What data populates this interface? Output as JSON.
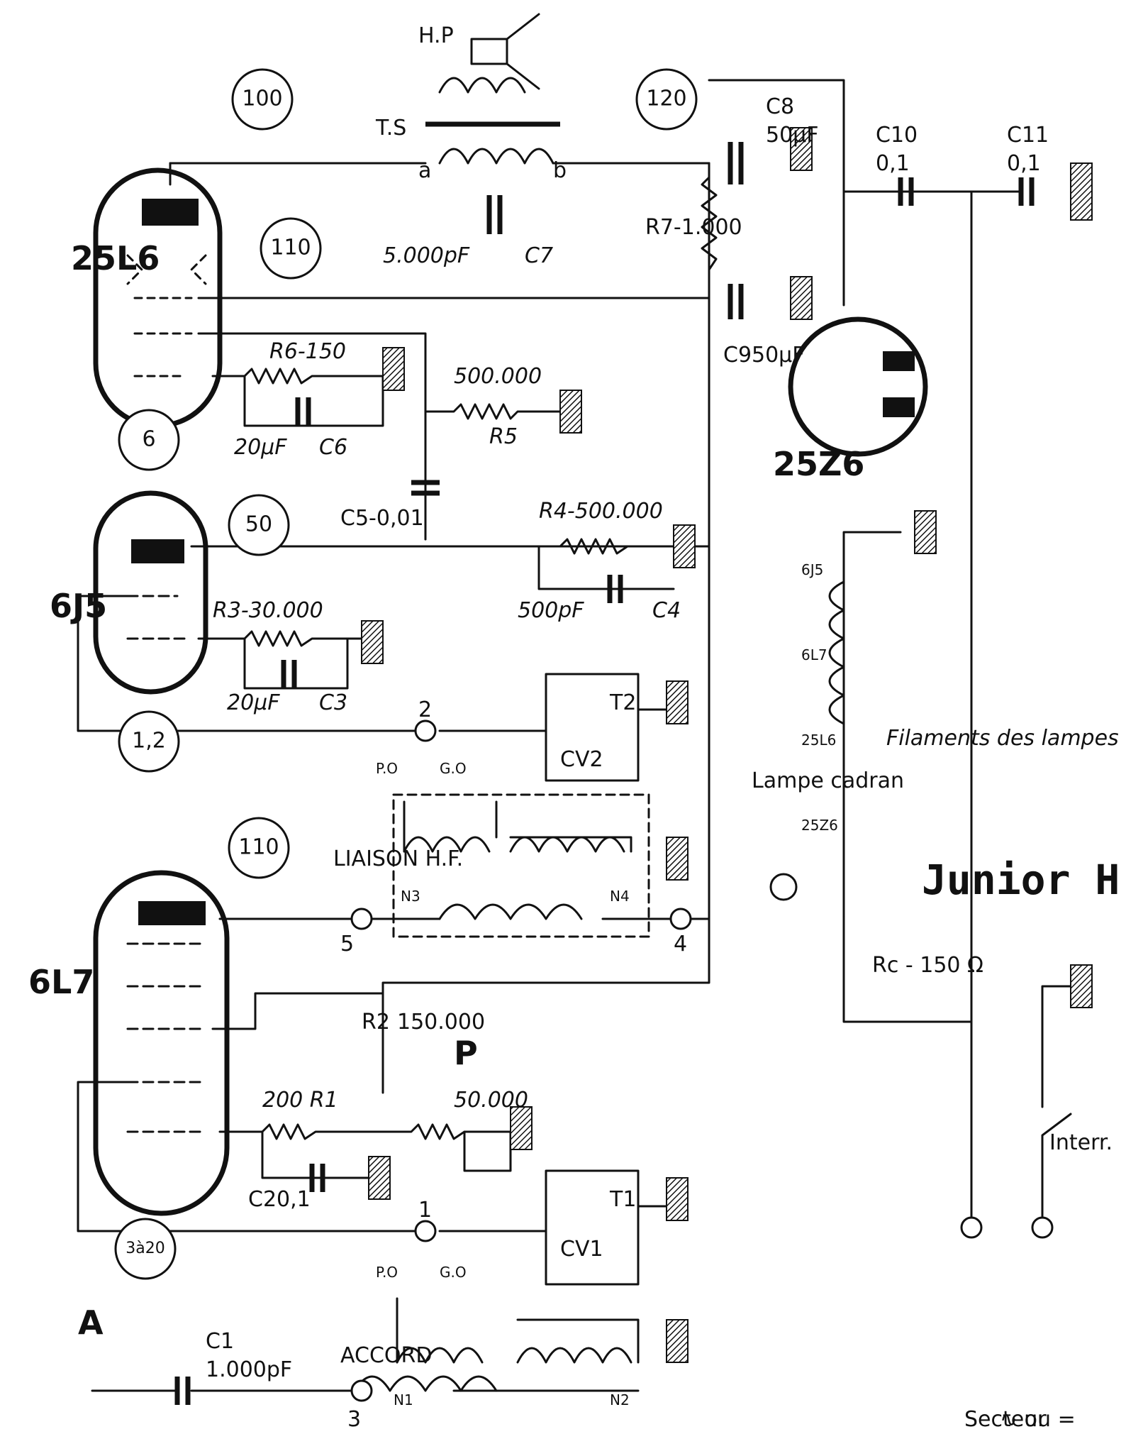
{
  "title": "Junior H.F",
  "tubes": {
    "t6l7": "6L7",
    "t6j5": "6J5",
    "t25l6": "25L6",
    "t25z6": "25Z6"
  },
  "voltages": {
    "v100": "100",
    "v120": "120",
    "v110a": "110",
    "v110b": "110",
    "v50": "50",
    "v6": "6",
    "v12": "1,2",
    "v3a20": "3à20"
  },
  "components": {
    "c1": "C1",
    "c1v": "1.000pF",
    "c2": "C2",
    "c2v": "0,1",
    "r1": "200 R1",
    "r2": "R2",
    "r2v": "150.000",
    "p": "P",
    "pv": "50.000",
    "cv1": "CV1",
    "t1": "T1",
    "cv2": "CV2",
    "t2": "T2",
    "r3": "R3-30.000",
    "c3": "C3",
    "c3v": "20μF",
    "r4": "R4-500.000",
    "c4": "C4",
    "c4v": "500pF",
    "c5": "C5-0,01",
    "r5": "R5",
    "r5v": "500.000",
    "r6": "R6-150",
    "c6": "C6",
    "c6v": "20μF",
    "ts": "T.S",
    "hp": "H.P",
    "c7": "C7",
    "c7v": "5.000pF",
    "r7": "R7-1.000",
    "c8": "C8",
    "c8v": "50μF",
    "c9": "C9",
    "c9v": "50μF",
    "c10": "C10",
    "c10v": "0,1",
    "c11": "C11",
    "c11v": "0,1",
    "rc": "Rc - 150 Ω",
    "lampe": "Lampe cadran",
    "a": "a",
    "b": "b"
  },
  "coils": {
    "accord": "ACCORD",
    "liaison": "LIAISON H.F.",
    "n1": "N1",
    "n2": "N2",
    "n3": "N3",
    "n4": "N4",
    "po1": "P.O",
    "go1": "G.O",
    "po2": "P.O",
    "go2": "G.O"
  },
  "terminals": {
    "t1": "1",
    "t2": "2",
    "t3": "3",
    "t4": "4",
    "t5": "5",
    "ant": "A"
  },
  "filaments": {
    "label": "Filaments des lampes",
    "f1": "25Z6",
    "f2": "25L6",
    "f3": "6L7",
    "f4": "6J5"
  },
  "mains": {
    "secteur": "Secteur",
    "ac": "∿ ou =",
    "interr": "Interr."
  }
}
